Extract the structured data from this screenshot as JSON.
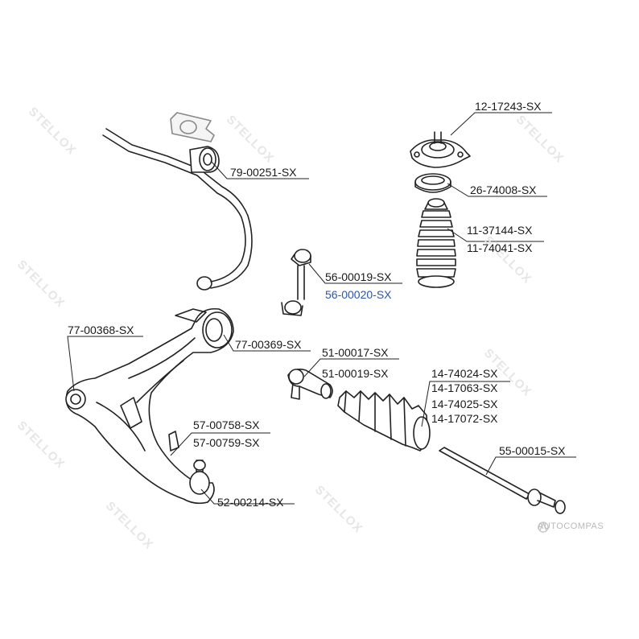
{
  "watermark": "STELLOX",
  "brand": {
    "text": "AUTOCOMPAS",
    "icon": "autocompas-logo-icon"
  },
  "parts": [
    {
      "id": "12-17243-SX",
      "name": "strut-mount"
    },
    {
      "id": "79-00251-SX",
      "name": "stabilizer-bushing"
    },
    {
      "id": "26-74008-SX",
      "name": "strut-bearing"
    },
    {
      "id": "11-37144-SX",
      "name": "shock-boot"
    },
    {
      "id": "11-74041-SX",
      "name": "shock-boot-alt"
    },
    {
      "id": "56-00019-SX",
      "name": "stabilizer-link"
    },
    {
      "id": "56-00020-SX",
      "name": "stabilizer-link-alt",
      "highlight": true
    },
    {
      "id": "77-00368-SX",
      "name": "control-arm-bushing-front"
    },
    {
      "id": "77-00369-SX",
      "name": "control-arm-bushing-rear"
    },
    {
      "id": "51-00017-SX",
      "name": "tie-rod-end"
    },
    {
      "id": "51-00019-SX",
      "name": "tie-rod-end-alt"
    },
    {
      "id": "14-74024-SX",
      "name": "steering-boot-1"
    },
    {
      "id": "14-17063-SX",
      "name": "steering-boot-2"
    },
    {
      "id": "14-74025-SX",
      "name": "steering-boot-3"
    },
    {
      "id": "14-17072-SX",
      "name": "steering-boot-4"
    },
    {
      "id": "57-00758-SX",
      "name": "control-arm"
    },
    {
      "id": "57-00759-SX",
      "name": "control-arm-alt"
    },
    {
      "id": "55-00015-SX",
      "name": "tie-rod"
    },
    {
      "id": "52-00214-SX",
      "name": "ball-joint"
    }
  ]
}
